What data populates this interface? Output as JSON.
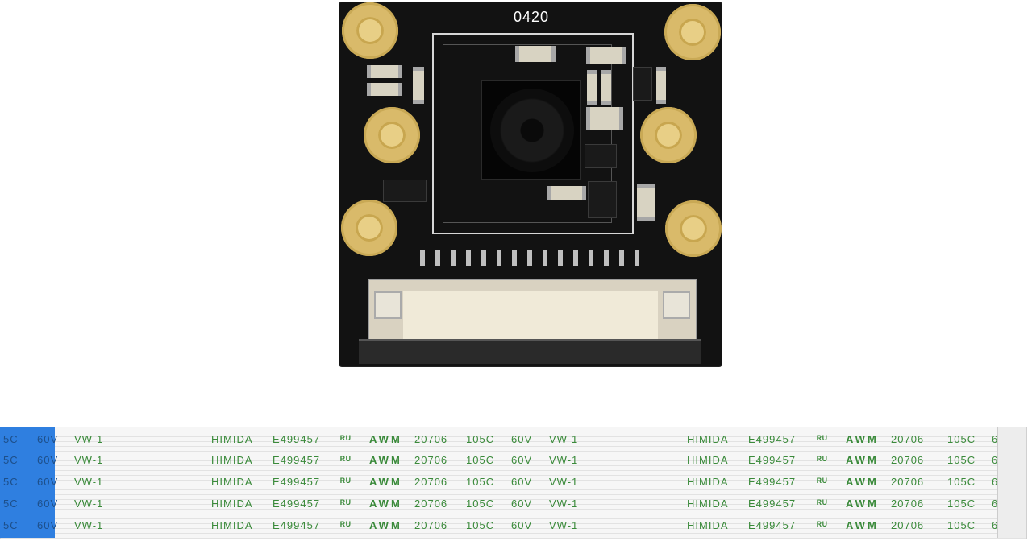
{
  "board": {
    "label": "0420"
  },
  "cable": {
    "left_edge_prefix": "5C",
    "marking": {
      "temp": "105C",
      "voltage": "60V",
      "flame": "VW-1",
      "maker": "HIMIDA",
      "file_no": "E499457",
      "ul_mark": "ᴿᵁ",
      "awm": "AWM",
      "style": "20706"
    },
    "right_truncated_digit": "6",
    "row_count": 5
  }
}
